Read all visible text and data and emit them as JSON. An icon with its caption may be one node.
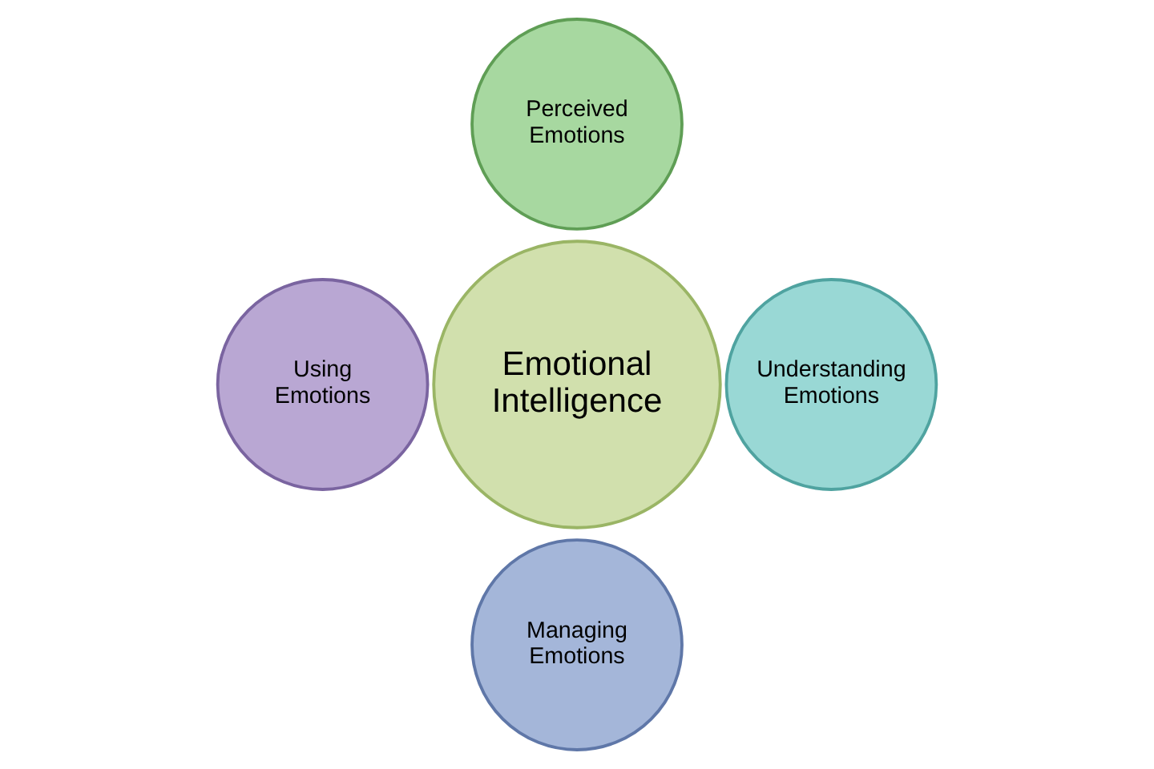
{
  "diagram": {
    "nodes": [
      {
        "text": [
          "Perceived Emotions"
        ]
      },
      {
        "text": [
          "Using Emotions"
        ]
      },
      {
        "text": [
          "Emotional Intelligence"
        ]
      },
      {
        "text": [
          "Understanding Emotions"
        ]
      },
      {
        "text": [
          "Managing Emotions"
        ]
      }
    ]
  }
}
